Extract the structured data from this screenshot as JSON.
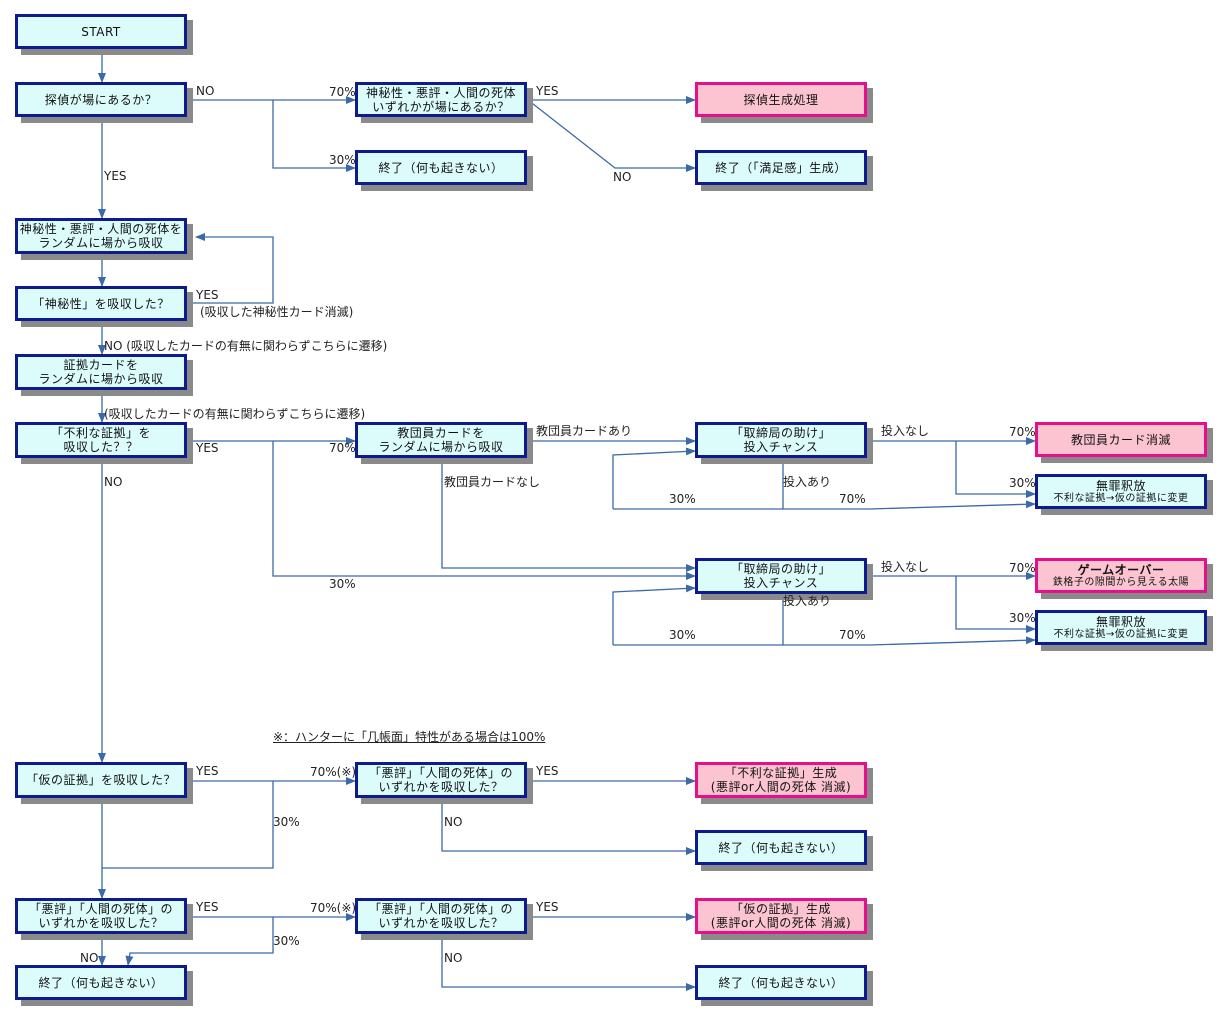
{
  "nodes": {
    "start": "START",
    "detective_q": "探偵が場にあるか？",
    "mystic_q_1": "神秘性・悪評・人間の死体",
    "mystic_q_2": "いずれかが場にあるか？",
    "detective_gen": "探偵生成処理",
    "end_nothing_1": "終了（何も起きない）",
    "end_satisfaction": "終了（「満足感」生成）",
    "absorb_random_1": "神秘性・悪評・人間の死体を",
    "absorb_random_2": "ランダムに場から吸収",
    "absorbed_mystic": "「神秘性」を吸収した？",
    "evidence_absorb_1": "証拠カードを",
    "evidence_absorb_2": "ランダムに場から吸収",
    "unfavorable_q_1": "「不利な証拠」を",
    "unfavorable_q_2": "吸収した？？",
    "cult_absorb_1": "教団員カードを",
    "cult_absorb_2": "ランダムに場から吸収",
    "help_a_1": "「取締局の助け」",
    "help_a_2": "投入チャンス",
    "cult_vanish": "教団員カード消滅",
    "acquit_a_1": "無罪釈放",
    "acquit_a_2": "不利な証拠→仮の証拠に変更",
    "help_b_1": "「取締局の助け」",
    "help_b_2": "投入チャンス",
    "gameover_1": "ゲームオーバー",
    "gameover_2": "鉄格子の隙間から見える太陽",
    "acquit_b_1": "無罪釈放",
    "acquit_b_2": "不利な証拠→仮の証拠に変更",
    "provisional_q": "「仮の証拠」を吸収した？",
    "bad_corpse_q1_1": "「悪評」「人間の死体」の",
    "bad_corpse_q1_2": "いずれかを吸収した？",
    "unfav_gen_1": "「不利な証拠」生成",
    "unfav_gen_2": "(悪評or人間の死体 消滅)",
    "end_nothing_2": "終了（何も起きない）",
    "bad_corpse_left_1": "「悪評」「人間の死体」の",
    "bad_corpse_left_2": "いずれかを吸収した？",
    "bad_corpse_q2_1": "「悪評」「人間の死体」の",
    "bad_corpse_q2_2": "いずれかを吸収した？",
    "prov_gen_1": "「仮の証拠」生成",
    "prov_gen_2": "(悪評or人間の死体 消滅)",
    "end_nothing_3": "終了（何も起きない）",
    "end_nothing_4": "終了（何も起きない）"
  },
  "labels": {
    "no": "NO",
    "yes": "YES",
    "p70": "70%",
    "p30": "30%",
    "p70x": "70%(※)",
    "mystic_vanish": "(吸収した神秘性カード消滅)",
    "no_regardless": "NO (吸収したカードの有無に関わらずこちらに遷移)",
    "regardless": "(吸収したカードの有無に関わらずこちらに遷移)",
    "cult_yes": "教団員カードあり",
    "cult_no": "教団員カードなし",
    "no_input": "投入なし",
    "input_yes": "投入あり",
    "note": "※：ハンターに「几帳面」特性がある場合は100%"
  },
  "colors": {
    "node_border": "#0d1b8c",
    "node_fill": "#dcfcfc",
    "result_border": "#e8108a",
    "result_fill": "#fcc4d0",
    "edge": "#3a6aa8",
    "shadow": "#8a8a8a"
  }
}
